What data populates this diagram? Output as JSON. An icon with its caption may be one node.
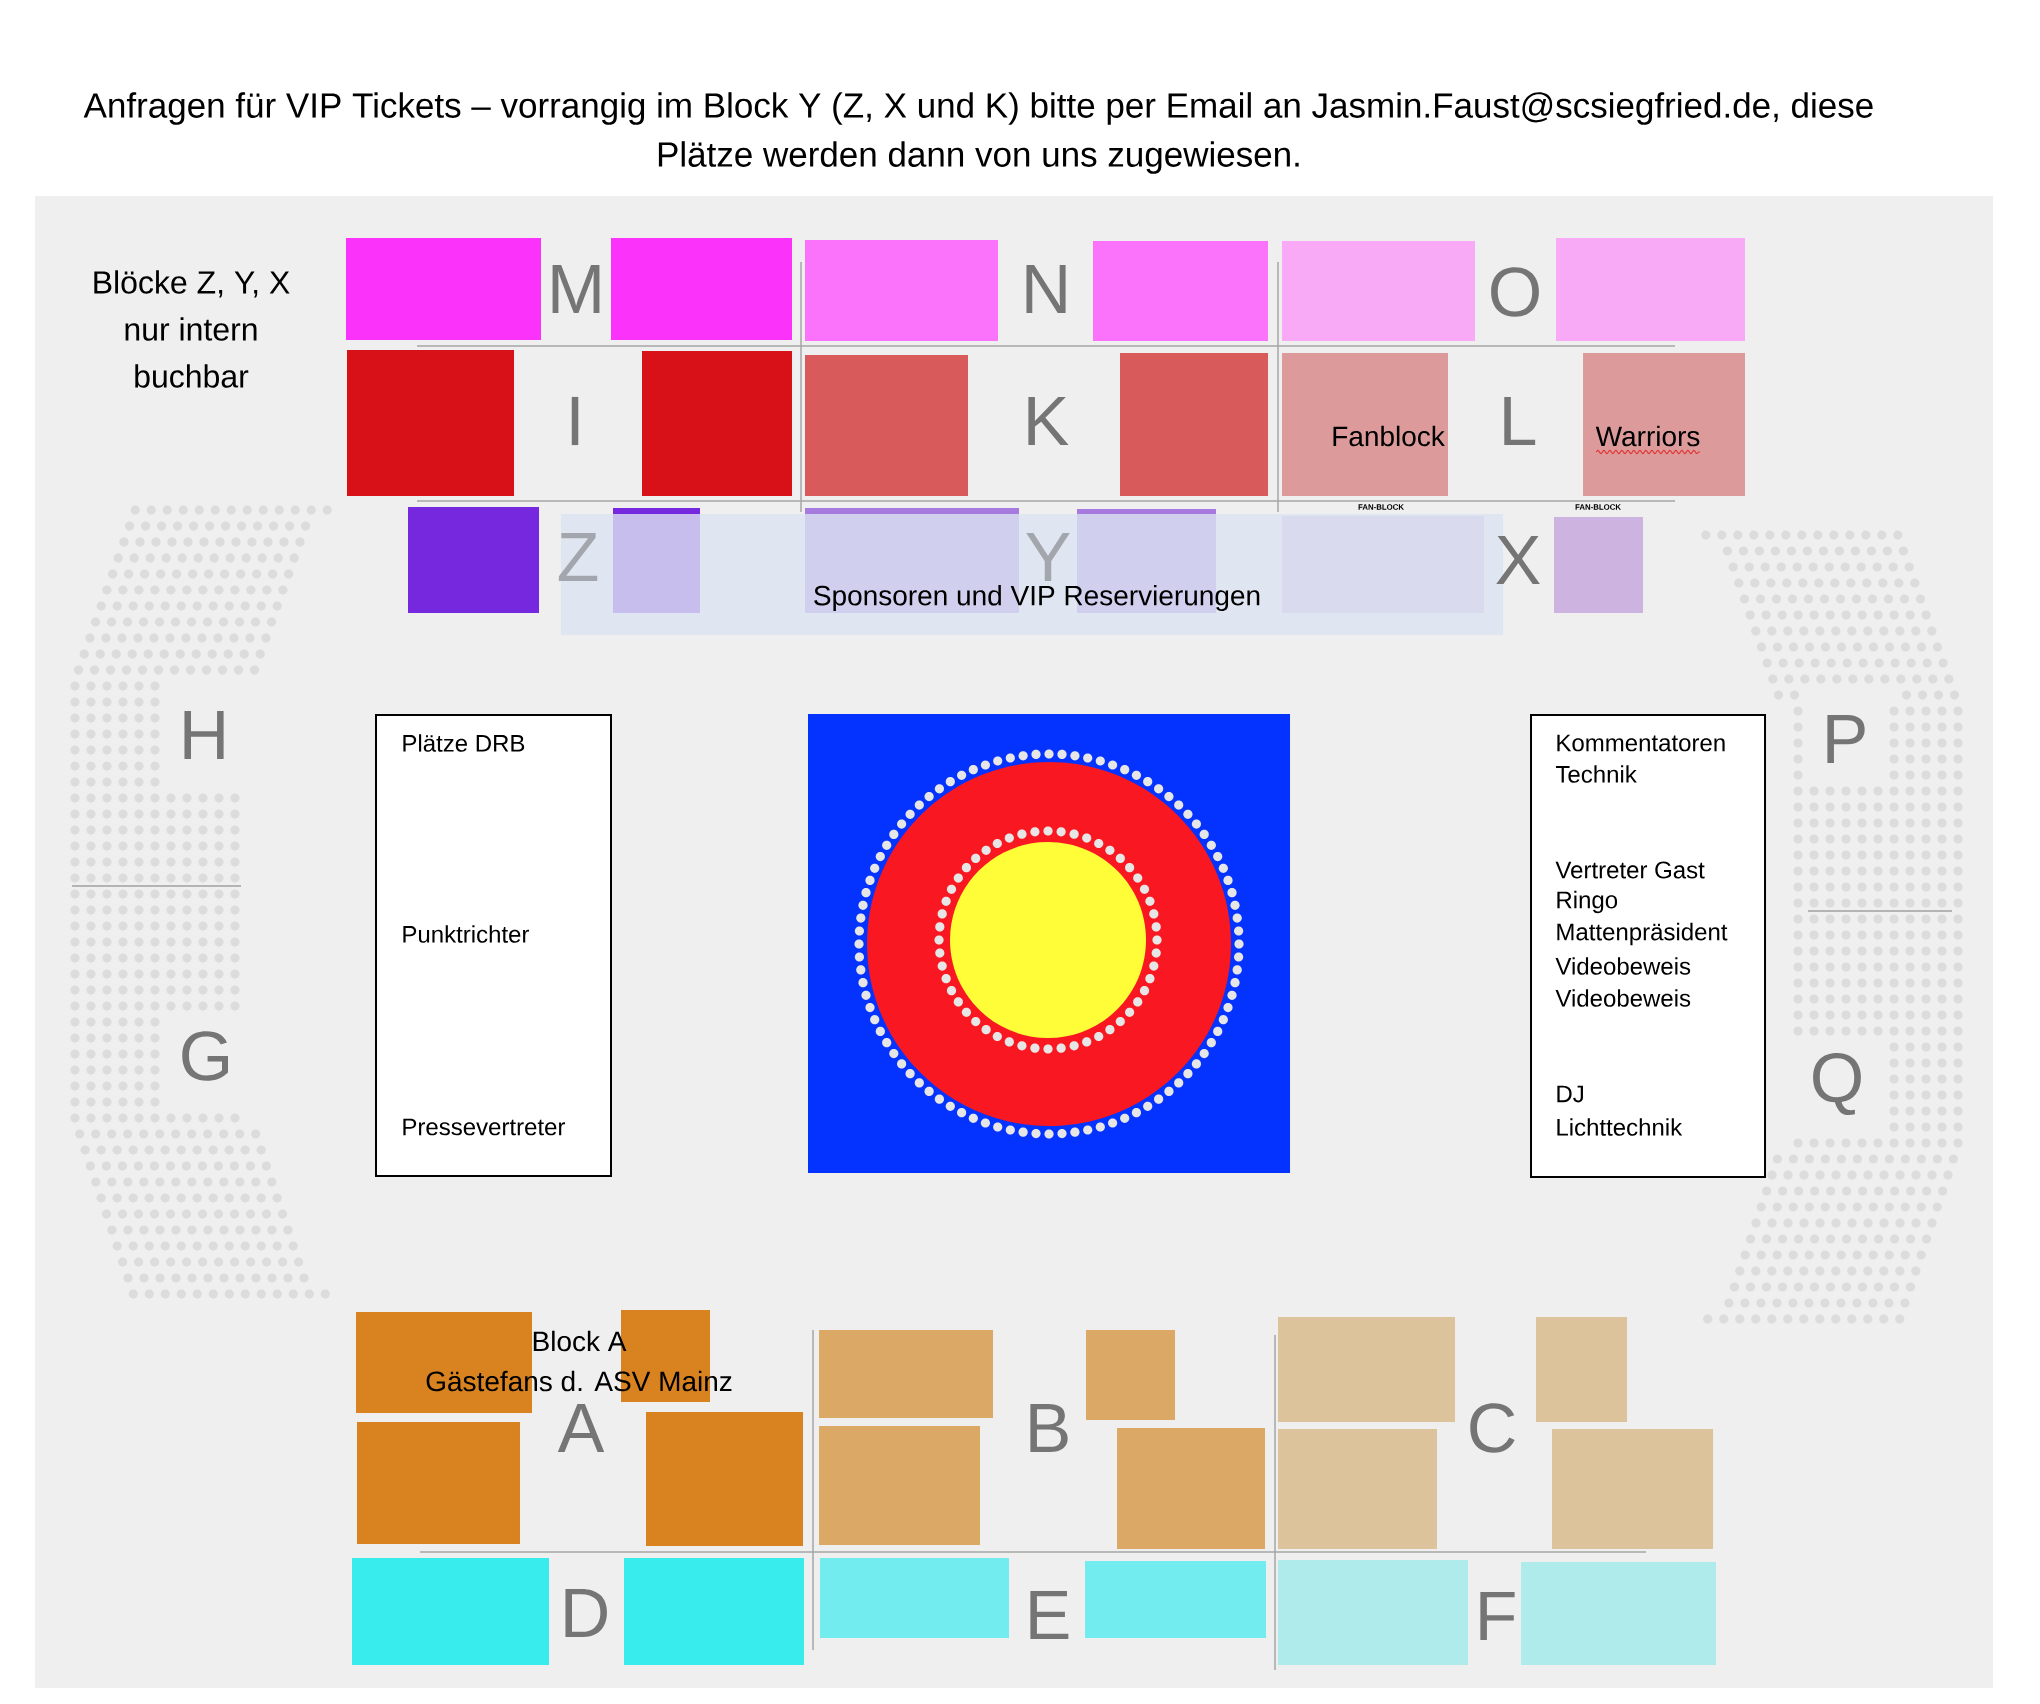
{
  "diagram": {
    "title": "Anfragen für VIP Tickets – vorrangig im Block Y (Z, X und K) bitte per Email an Jasmin.Faust@scsiegfried.de, diese Plätze werden dann von uns zugewiesen.",
    "nodes": [
      {
        "text": [],
        "shape": "box"
      },
      {
        "text": [],
        "shape": "box"
      },
      {
        "text": [],
        "shape": "box"
      },
      {
        "text": [],
        "shape": "box"
      },
      {
        "text": [],
        "shape": "box"
      },
      {
        "text": [],
        "shape": "box"
      },
      {
        "text": [],
        "shape": "box"
      },
      {
        "text": [],
        "shape": "box"
      },
      {
        "text": [],
        "shape": "box"
      },
      {
        "text": [],
        "shape": "box"
      },
      {
        "text": [
          "Fanblock"
        ]
      },
      {
        "text": [
          "Warriors"
        ]
      },
      {
        "text": [
          "Sponsoren und VIP Reservierungen"
        ]
      },
      {
        "text": [],
        "shape": "box"
      },
      {
        "text": [],
        "shape": "box",
        "in": 12
      },
      {
        "text": [],
        "shape": "box",
        "in": 12
      },
      {
        "text": [],
        "shape": "box",
        "in": 12
      },
      {
        "text": [],
        "shape": "box",
        "in": 12
      },
      {
        "text": [],
        "shape": "box"
      },
      {
        "text": [
          "Plätze DRB",
          "Punktrichter",
          "Pressevertreter"
        ]
      },
      {
        "text": [
          "Kommentatoren",
          "Technik",
          "Vertreter Gast",
          "Ringo",
          "Mattenpräsident",
          "Videobeweis",
          "Videobeweis",
          "DJ",
          "Lichttechnik"
        ]
      },
      {
        "text": [],
        "shape": "box"
      },
      {
        "text": [],
        "shape": "box"
      },
      {
        "text": [],
        "shape": "box"
      },
      {
        "text": [],
        "shape": "box"
      },
      {
        "text": [],
        "shape": "box"
      },
      {
        "text": [],
        "shape": "box"
      },
      {
        "text": [],
        "shape": "box"
      },
      {
        "text": [],
        "shape": "box"
      },
      {
        "text": [],
        "shape": "box"
      },
      {
        "text": [],
        "shape": "box"
      },
      {
        "text": [],
        "shape": "box"
      },
      {
        "text": [],
        "shape": "box"
      },
      {
        "text": [],
        "shape": "box"
      },
      {
        "text": [],
        "shape": "box"
      },
      {
        "text": [],
        "shape": "box"
      },
      {
        "text": [],
        "shape": "box"
      },
      {
        "text": [],
        "shape": "box"
      },
      {
        "text": [],
        "shape": "box"
      }
    ],
    "labels": [
      "Blöcke Z, Y, X nur intern buchbar",
      "M",
      "N",
      "O",
      "I",
      "K",
      "L",
      "FAN-BLOCK",
      "FAN-BLOCK",
      "Z",
      "Y",
      "X",
      "H",
      "P",
      "G",
      "Q",
      "Block A",
      "Gästefans d. ASV Mainz",
      "A",
      "B",
      "C",
      "D",
      "E",
      "F"
    ]
  }
}
